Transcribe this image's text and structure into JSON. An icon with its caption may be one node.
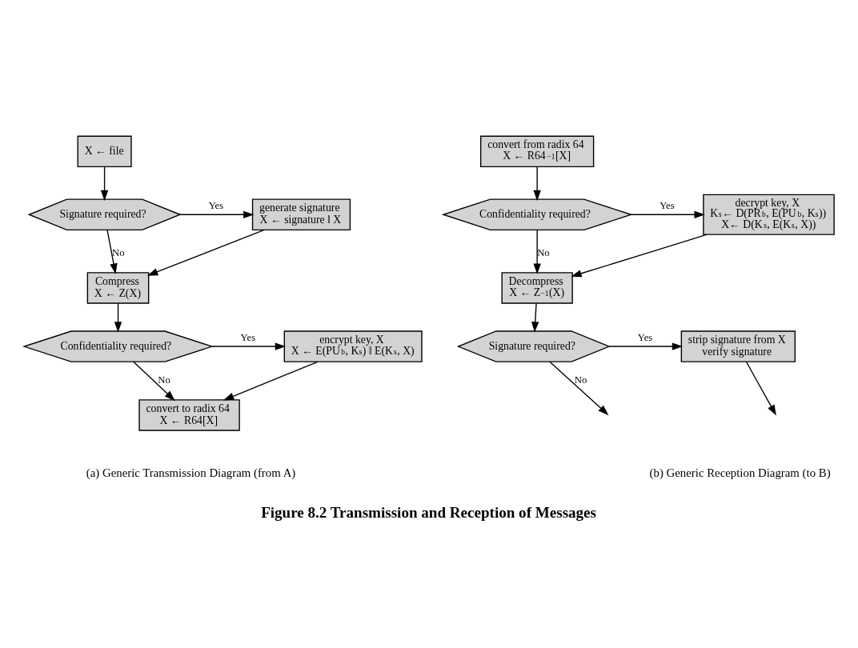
{
  "diagram": {
    "title": "Figure 8.2 Transmission and Reception of Messages",
    "nodes": [
      {
        "text": [
          "X ← file"
        ]
      },
      {
        "text": [
          "Signature required?"
        ]
      },
      {
        "text": [
          "generate signature",
          "X ← signature ‖ X"
        ]
      },
      {
        "text": [
          "Compress",
          "X ← Z(X)"
        ]
      },
      {
        "text": [
          "Confidentiality required?"
        ]
      },
      {
        "text": [
          "encrypt key, X",
          "X ← E(PU$_{b}$, K$_{s}$) ‖ E(K$_{s}$, X)"
        ]
      },
      {
        "text": [
          "convert to radix 64",
          "X ← R64[X]"
        ]
      },
      {
        "text": [
          "convert from radix 64",
          "X ← R64$^{−1}$[X]"
        ]
      },
      {
        "text": [
          "Confidentiality required?"
        ]
      },
      {
        "text": [
          "decrypt key, X",
          "K$_{s}$← D(PR$_{b}$, E(PU$_{b}$, K$_{s}$))",
          "X← D(K$_{s}$, E(K$_{s}$, X))"
        ]
      },
      {
        "text": [
          "Decompress",
          "X ← Z$^{−1}$(X)"
        ]
      },
      {
        "text": [
          "Signature required?"
        ]
      },
      {
        "text": [
          "strip signature from X",
          "verify signature"
        ]
      }
    ],
    "edges": [
      {
        "from": 0,
        "to": 1,
        "arrow": "to"
      },
      {
        "from": 1,
        "to": 2,
        "arrow": "to",
        "label": "Yes"
      },
      {
        "from": 1,
        "to": 3,
        "arrow": "to",
        "label": "No"
      },
      {
        "from": 2,
        "to": 3,
        "arrow": "to"
      },
      {
        "from": 3,
        "to": 4,
        "arrow": "to"
      },
      {
        "from": 4,
        "to": 5,
        "arrow": "to",
        "label": "Yes"
      },
      {
        "from": 4,
        "to": 6,
        "arrow": "to",
        "label": "No"
      },
      {
        "from": 5,
        "to": 6,
        "arrow": "to"
      },
      {
        "from": 7,
        "to": 8,
        "arrow": "to"
      },
      {
        "from": 8,
        "to": 9,
        "arrow": "to",
        "label": "Yes"
      },
      {
        "from": 8,
        "to": 10,
        "arrow": "to",
        "label": "No"
      },
      {
        "from": 9,
        "to": 10,
        "arrow": "to"
      },
      {
        "from": 10,
        "to": 11,
        "arrow": "to"
      },
      {
        "from": 11,
        "to": 12,
        "arrow": "to",
        "label": "Yes"
      },
      {
        "from": 11,
        "to": null,
        "arrow": "to",
        "label": "No"
      },
      {
        "from": 12,
        "to": null,
        "arrow": "to"
      }
    ],
    "labels": [
      "(a) Generic Transmission Diagram (from A)",
      "(b) Generic Reception Diagram (to B)"
    ]
  }
}
